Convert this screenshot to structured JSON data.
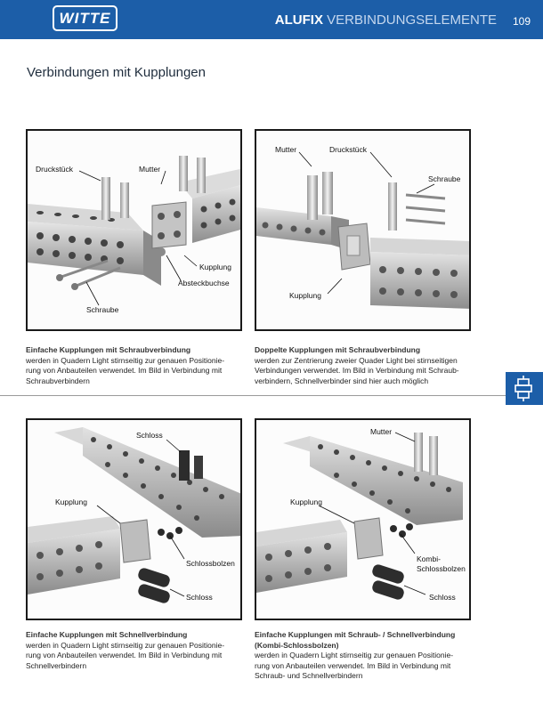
{
  "header": {
    "logo": "WITTE",
    "brand_bold": "ALUFIX",
    "brand_rest": " VERBINDUNGSELEMENTE",
    "page_number": "109",
    "color": "#1c5ea8"
  },
  "page_title": "Verbindungen mit Kupplungen",
  "figures": [
    {
      "labels": {
        "druckstueck": "Druckstück",
        "mutter": "Mutter",
        "kupplung": "Kupplung",
        "absteckbuchse": "Absteckbuchse",
        "schraube": "Schraube"
      },
      "caption_heading": "Einfache Kupplungen mit Schraubverbindung",
      "caption_lines": [
        "werden in Quadern Light stirnseitig zur genauen Positionie-",
        "rung von Anbauteilen verwendet. Im Bild in Verbindung mit",
        "Schraubverbindern"
      ]
    },
    {
      "labels": {
        "mutter": "Mutter",
        "druckstueck": "Druckstück",
        "schraube": "Schraube",
        "kupplung": "Kupplung"
      },
      "caption_heading": "Doppelte Kupplungen mit Schraubverbindung",
      "caption_lines": [
        "werden zur Zentrierung zweier Quader Light bei stirnseitigen",
        "Verbindungen verwendet. Im Bild in Verbindung mit Schraub-",
        "verbindern, Schnellverbinder sind hier auch möglich"
      ]
    },
    {
      "labels": {
        "schloss_top": "Schloss",
        "kupplung": "Kupplung",
        "schlossbolzen": "Schlossbolzen",
        "schloss_bottom": "Schloss"
      },
      "caption_heading": "Einfache Kupplungen mit Schnellverbindung",
      "caption_lines": [
        "werden in Quadern Light stirnseitig zur genauen Positionie-",
        "rung von Anbauteilen verwendet. Im Bild in Verbindung mit",
        "Schnellverbindern"
      ]
    },
    {
      "labels": {
        "mutter": "Mutter",
        "kupplung": "Kupplung",
        "kombi_1": "Kombi-",
        "kombi_2": "Schlossbolzen",
        "schloss": "Schloss"
      },
      "caption_heading": "Einfache Kupplungen mit Schraub- / Schnellverbindung",
      "caption_heading_2": "(Kombi-Schlossbolzen)",
      "caption_lines": [
        "werden in Quadern Light stirnseitig zur genauen Positionie-",
        "rung von Anbauteilen verwendet. Im Bild in Verbindung mit",
        "Schraub- und Schnellverbindern"
      ]
    }
  ],
  "side_tab_icon": "connector-icon"
}
